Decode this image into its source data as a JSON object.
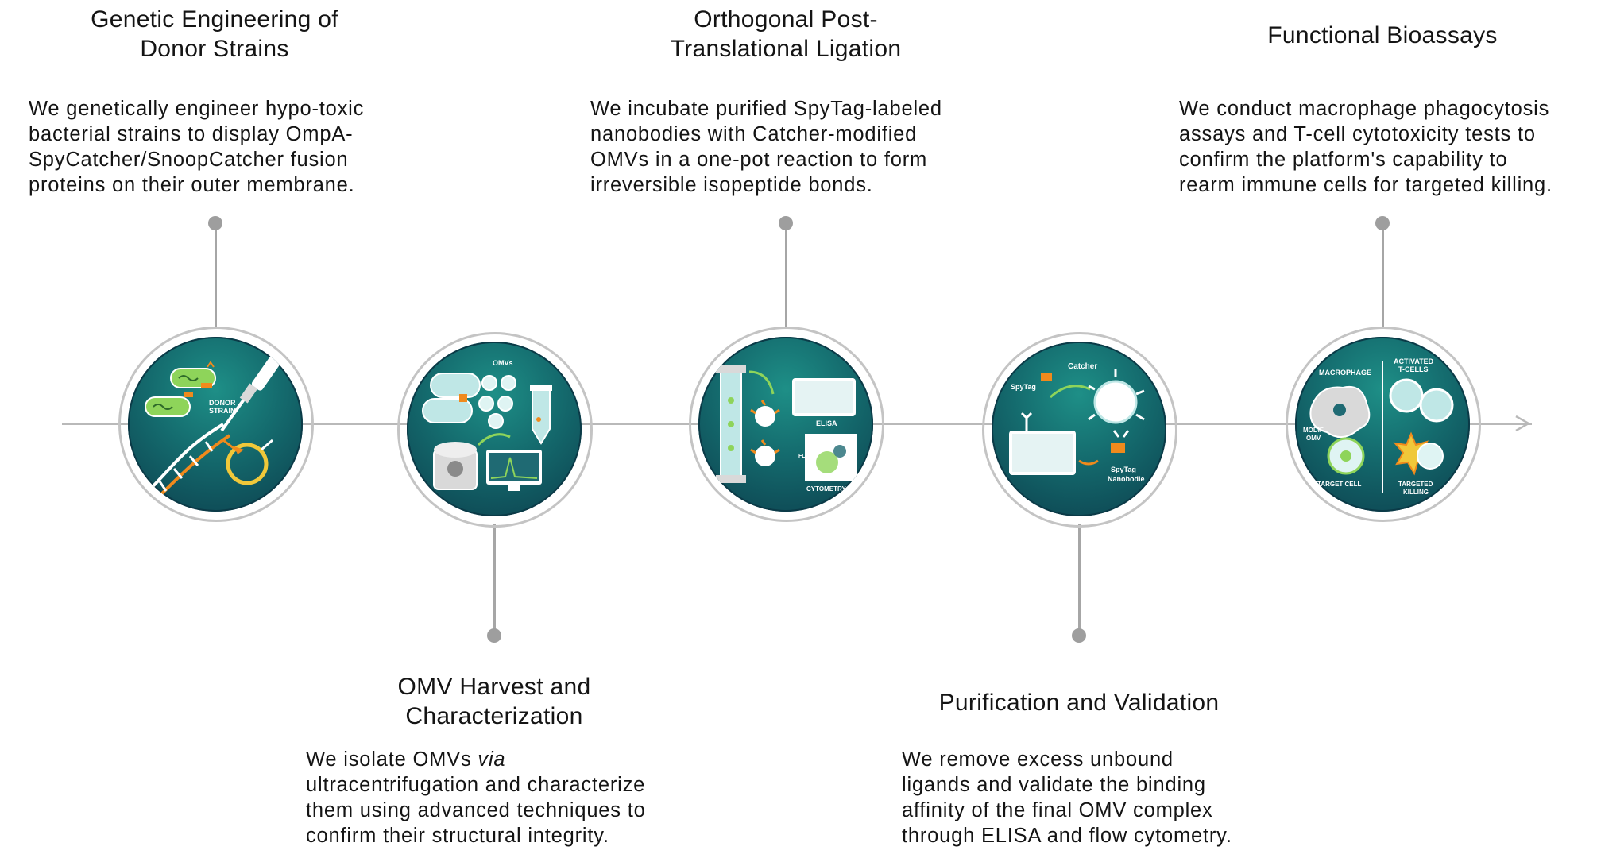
{
  "steps": [
    {
      "title_lines": [
        "Genetic Engineering of",
        "Donor Strains"
      ],
      "desc_lines": [
        "We genetically engineer hypo-toxic",
        "bacterial strains to display OmpA-",
        "SpyCatcher/SnoopCatcher fusion",
        "proteins on their outer membrane."
      ],
      "icon_labels": [
        "DONOR",
        "STRAIN"
      ]
    },
    {
      "title_lines": [
        "OMV Harvest and",
        "Characterization"
      ],
      "desc_line1_pre": "We isolate OMVs ",
      "desc_line1_em": "via",
      "desc_lines_rest": [
        "ultracentrifugation and characterize",
        "them using advanced techniques to",
        "confirm their structural integrity."
      ],
      "icon_labels": [
        "OMVs"
      ]
    },
    {
      "title_lines": [
        "Orthogonal Post-",
        "Translational Ligation"
      ],
      "desc_lines": [
        "We incubate purified SpyTag-labeled",
        "nanobodies with Catcher-modified",
        "OMVs in a one-pot reaction to form",
        "irreversible isopeptide bonds."
      ],
      "icon_labels": [
        "ELISA",
        "FLOW",
        "CYTOMETRY"
      ]
    },
    {
      "title_lines": [
        "Purification and Validation"
      ],
      "desc_lines": [
        "We remove excess unbound",
        "ligands and validate the binding",
        "affinity of the final OMV complex",
        "through ELISA and flow cytometry."
      ],
      "icon_labels": [
        "Catcher",
        "SpyTag",
        "SpyTag",
        "Nanobodie"
      ]
    },
    {
      "title_lines": [
        "Functional Bioassays"
      ],
      "desc_lines": [
        "We conduct macrophage phagocytosis",
        "assays and T-cell cytotoxicity tests to",
        "confirm the platform's capability to",
        "rearm immune cells for targeted killing."
      ],
      "icon_labels": [
        "MACROPHAGE",
        "ACTIVATED",
        "T-CELLS",
        "MODIF",
        "OMV",
        "TARGET CELL",
        "TARGETED",
        "KILLING"
      ]
    }
  ],
  "colors": {
    "icon_dark": "#0c3f4d",
    "icon_mid": "#146a6d",
    "icon_light": "#1e8f87",
    "accent_orange": "#f08a1c",
    "accent_green": "#8ed45a",
    "line_gray": "#b9b9b9"
  }
}
